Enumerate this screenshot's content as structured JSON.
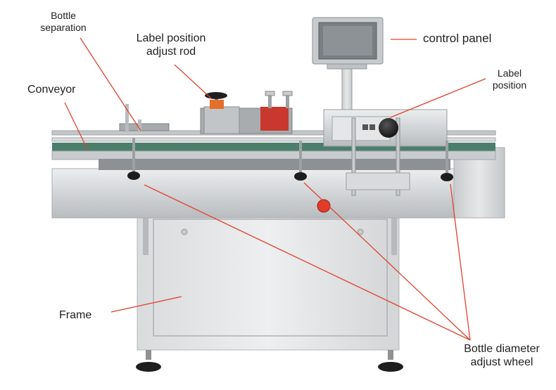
{
  "labels": {
    "bottle_separation": [
      "Bottle",
      "separation"
    ],
    "label_position_adjust_rod": [
      "Label position",
      "adjust rod"
    ],
    "control_panel": "control panel",
    "conveyor": "Conveyor",
    "label_position": [
      "Label",
      "position"
    ],
    "frame": "Frame",
    "bottle_diameter_adjust_wheel": [
      "Bottle diameter",
      "adjust wheel"
    ]
  },
  "colors": {
    "leader_line": "#e0432f",
    "stainless": "#d6d8da",
    "emergency_stop": "#e23b2a"
  }
}
